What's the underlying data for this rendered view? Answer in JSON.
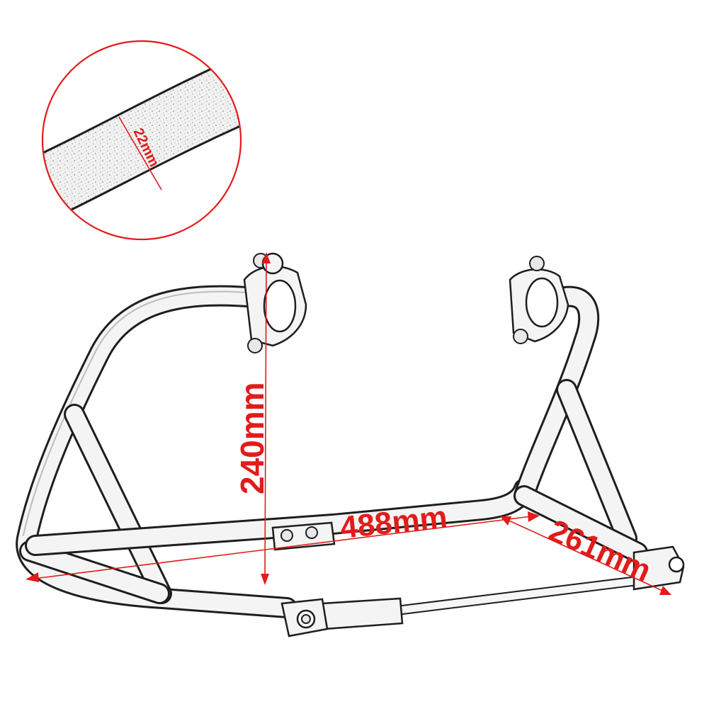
{
  "dimensions": {
    "tube_diameter": "22mm",
    "height": "240mm",
    "width": "488mm",
    "depth": "261mm"
  },
  "colors": {
    "dimension": "#e21b1b",
    "outline": "#1e1e1e",
    "metal": "#f4f4f4"
  }
}
